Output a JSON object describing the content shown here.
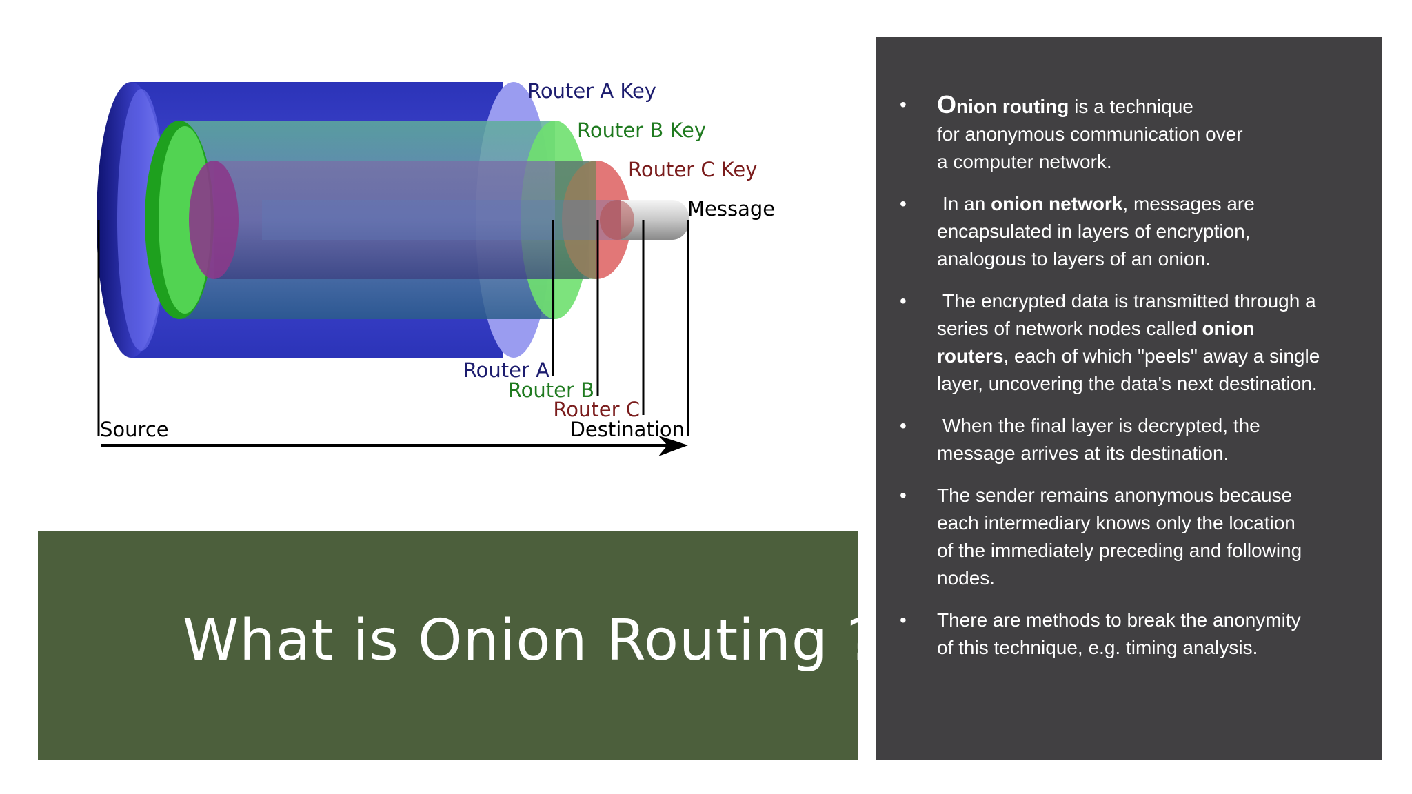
{
  "diagram": {
    "labels": {
      "router_a_key": "Router A Key",
      "router_b_key": "Router B Key",
      "router_c_key": "Router C Key",
      "message": "Message",
      "router_a": "Router A",
      "router_b": "Router B",
      "router_c": "Router C",
      "source": "Source",
      "destination": "Destination"
    },
    "colors": {
      "layer_a": "#3a3fc8",
      "layer_b": "#4ec84e",
      "layer_c": "#d85a5a",
      "message": "#bdbdbd",
      "label_a": "#1c1c6e",
      "label_b": "#1f7a1f",
      "label_c": "#7a1c1c"
    }
  },
  "title": {
    "text": "What is Onion Routing ?",
    "background": "#4c5f3c"
  },
  "panel": {
    "background": "#414042",
    "bullets": [
      {
        "initial": "O",
        "bold": "nion routing",
        "line1_rest": " is a technique",
        "line2": "for anonymous communication over",
        "line3": "a computer network."
      },
      {
        "pre": "In an ",
        "bold": "onion network",
        "line1_rest": ", messages are",
        "line2": "encapsulated in layers of encryption,",
        "line3": "analogous to layers of an onion."
      },
      {
        "line1": "The encrypted data is transmitted through a",
        "line2_pre": "series of network nodes called ",
        "line2_bold": "onion",
        "line3_bold": "routers",
        "line3_rest": ", each of which \"peels\" away a single",
        "line4": "layer, uncovering the data's next destination."
      },
      {
        "line1": "When the final layer is decrypted, the",
        "line2": "message arrives at its destination."
      },
      {
        "line1": "The sender remains anonymous because",
        "line2": "each intermediary knows only the location",
        "line3": "of the immediately preceding and following",
        "line4": "nodes."
      },
      {
        "line1": "There are methods to break the anonymity",
        "line2": "of this technique, e.g. timing analysis."
      }
    ]
  }
}
